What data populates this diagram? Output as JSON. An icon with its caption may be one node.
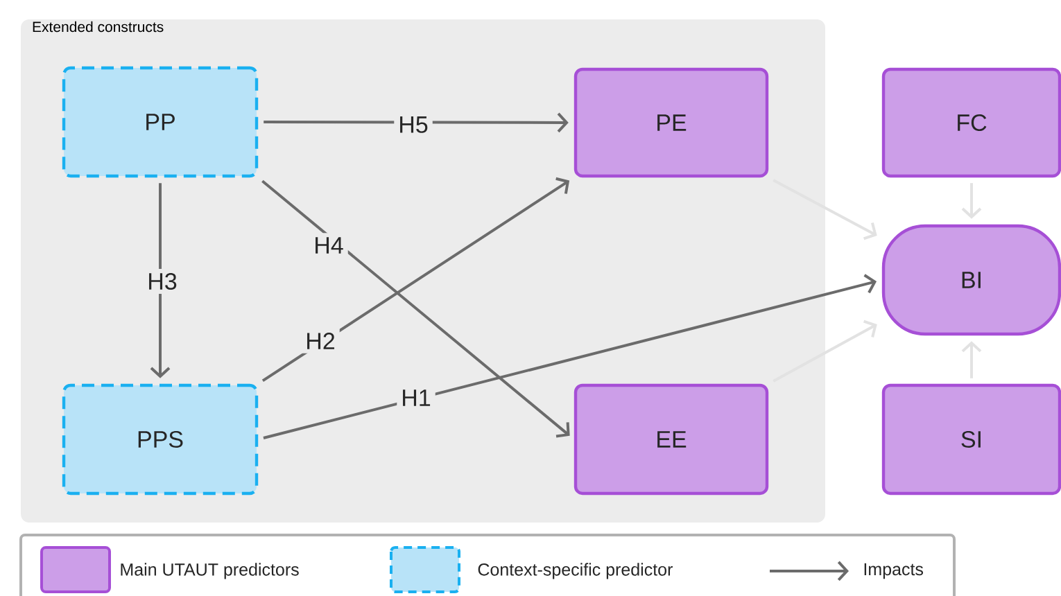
{
  "diagram": {
    "nodes": [
      {
        "text": [
          "Extended constructs"
        ]
      },
      {
        "text": [
          "PP"
        ],
        "in": 0
      },
      {
        "text": [
          "PE"
        ],
        "in": 0
      },
      {
        "text": [
          "FC"
        ]
      },
      {
        "text": [
          "BI"
        ]
      },
      {
        "text": [
          "PPS"
        ],
        "in": 0
      },
      {
        "text": [
          "EE"
        ],
        "in": 0
      },
      {
        "text": [
          "SI"
        ]
      }
    ],
    "edges": [
      {
        "from": 1,
        "to": 2,
        "arrow": "to",
        "label": "H5"
      },
      {
        "from": 1,
        "to": 5,
        "arrow": "to",
        "label": "H3"
      },
      {
        "from": 1,
        "to": 6,
        "arrow": "to",
        "label": "H4"
      },
      {
        "from": 5,
        "to": 2,
        "arrow": "to",
        "label": "H2"
      },
      {
        "from": 5,
        "to": 4,
        "arrow": "to",
        "label": "H1"
      },
      {
        "from": 2,
        "to": 4,
        "arrow": "to",
        "color": "#e2e2e2"
      },
      {
        "from": 6,
        "to": 4,
        "arrow": "to",
        "color": "#e2e2e2"
      },
      {
        "from": 3,
        "to": 4,
        "arrow": "to",
        "color": "#e2e2e2"
      },
      {
        "from": 7,
        "to": 4,
        "arrow": "to",
        "color": "#e2e2e2"
      }
    ],
    "legend": [
      {
        "text": "Main UTAUT predictors",
        "color": "#cc9ee8"
      },
      {
        "text": "Context-specific predictor",
        "color": "#b8e3f8"
      },
      {
        "text": "Impacts"
      }
    ]
  }
}
